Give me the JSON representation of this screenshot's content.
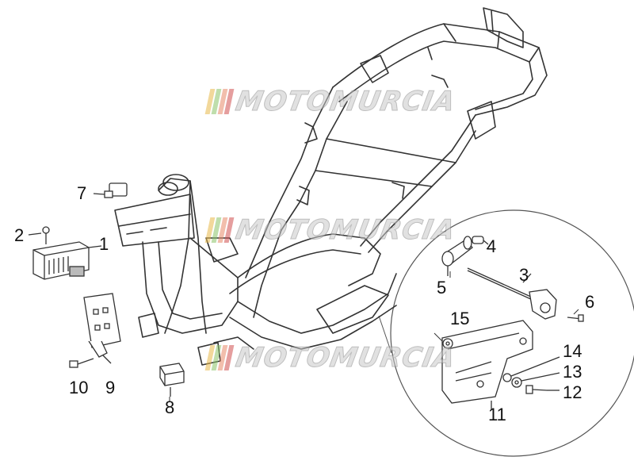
{
  "watermark": {
    "text": "MOTOMURCIA",
    "stripe_colors": [
      "#e8b94a",
      "#8cc46a",
      "#e88a6a",
      "#d05050"
    ],
    "text_color": "#c9c9c9"
  },
  "callouts": [
    "1",
    "2",
    "3",
    "4",
    "5",
    "6",
    "7",
    "8",
    "9",
    "10",
    "11",
    "12",
    "13",
    "14",
    "15"
  ],
  "colors": {
    "line": "#333333",
    "fill": "#ffffff",
    "shade": "#9a9a9a"
  }
}
